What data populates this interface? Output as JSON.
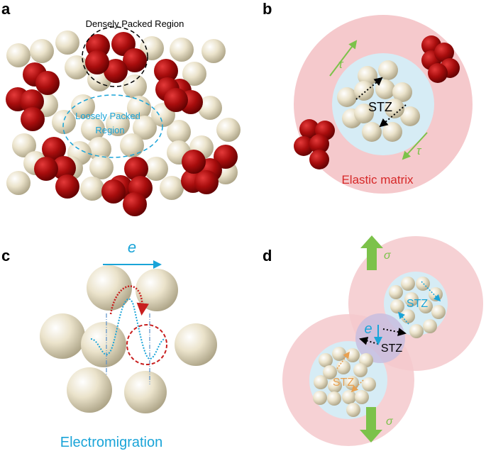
{
  "panels": {
    "a": {
      "label": "a",
      "dense_label": "Densely Packed Region",
      "loose_label": "Loosely Packed Region",
      "loose_line1": "Loosely Packed",
      "loose_line2": "Region"
    },
    "b": {
      "label": "b",
      "tau": "τ",
      "stz": "STZ",
      "matrix_label": "Elastic matrix"
    },
    "c": {
      "label": "c",
      "e_symbol": "e",
      "caption": "Electromigration"
    },
    "d": {
      "label": "d",
      "sigma": "σ",
      "e_symbol": "e",
      "stz": "STZ"
    }
  },
  "colors": {
    "dark_atom": "#9b0c0c",
    "light_atom": "#e8dfc6",
    "pink_zone": "#f5c9cc",
    "blue_zone": "#d6ecf5",
    "green_arrow": "#7cc24a",
    "cyan": "#1aa4d8",
    "orange": "#e8a050",
    "red_dash": "#c81e1e"
  }
}
